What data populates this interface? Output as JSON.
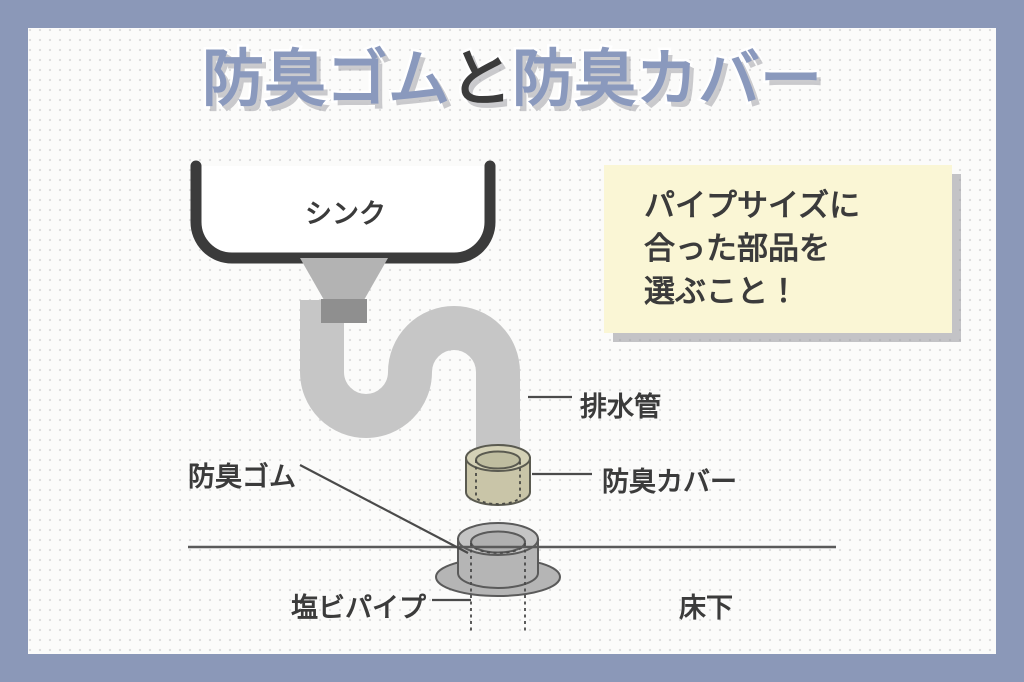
{
  "frame": {
    "border_color": "#8b98b8",
    "panel_color": "#fbfbfa",
    "dot_color": "#96969b"
  },
  "title": {
    "part1": "防臭ゴム",
    "connector": "と",
    "part2": "防臭カバー",
    "color": "#8a99bd",
    "connector_color": "#3b3b3b"
  },
  "callout": {
    "background": "#faf6d5",
    "lines": [
      "パイプサイズに",
      "合った部品を",
      "選ぶこと！"
    ]
  },
  "labels": {
    "sink": "シンク",
    "drain_pipe": "排水管",
    "odor_cover": "防臭カバー",
    "odor_rubber": "防臭ゴム",
    "pvc_pipe": "塩ビパイプ",
    "under_floor": "床下"
  },
  "diagram": {
    "sink_outline_color": "#3b3b3b",
    "sink_fill": "#ffffff",
    "pipe_color": "#c6c6c6",
    "funnel_color": "#b3b3b3",
    "collar_color": "#8f8f8f",
    "cover_fill": "#c9c5a8",
    "cover_top_fill": "#d4d1b6",
    "cover_outline": "#5a5a50",
    "rubber_fill": "#b5b5b5",
    "rubber_top_fill": "#c4c4c4",
    "rubber_outline": "#5a5a5a",
    "floor_line_color": "#5a5a5a",
    "leader_line_color": "#4a4a4a",
    "hidden_line_style": "dotted"
  }
}
